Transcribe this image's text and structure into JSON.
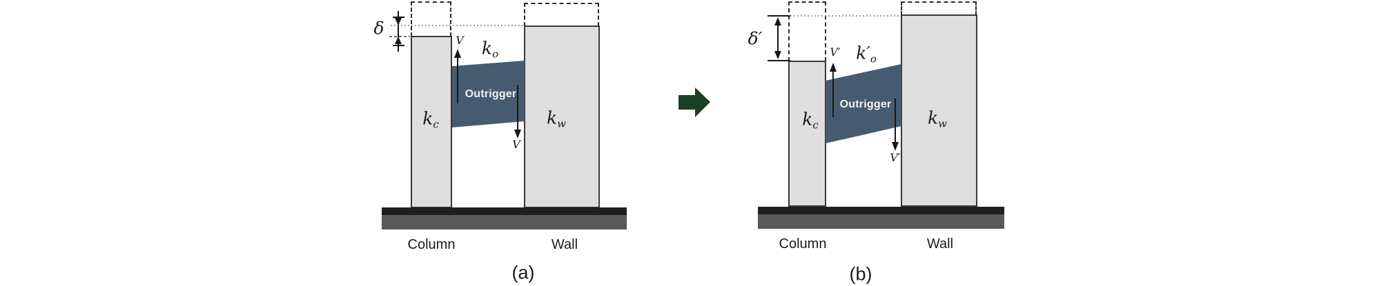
{
  "colors": {
    "outrigger_fill": "#475B70",
    "member_fill": "#DEDEDE",
    "member_border": "#383838",
    "base_top": "#1F1F1F",
    "base_bottom": "#595959",
    "transform_arrow": "#1C4023",
    "text_color": "#1A1A1A",
    "outrigger_text": "#F2F2F2"
  },
  "panel_a": {
    "caption": "(a)",
    "delta_label": "δ",
    "shear_force_top": "V",
    "shear_force_bottom": "V",
    "outrigger_label": "Outrigger",
    "column_stiffness": {
      "base": "k",
      "sub": "c"
    },
    "outrigger_stiffness": {
      "base": "k",
      "sub": "o"
    },
    "wall_stiffness": {
      "base": "k",
      "sub": "w"
    },
    "column_caption": "Column",
    "wall_caption": "Wall"
  },
  "panel_b": {
    "caption": "(b)",
    "delta_label": "δ′",
    "shear_force_top": "V′",
    "shear_force_bottom": "V′",
    "outrigger_label": "Outrigger",
    "column_stiffness": {
      "base": "k",
      "sub": "c"
    },
    "outrigger_stiffness": {
      "base": "k′",
      "sub": "o"
    },
    "wall_stiffness": {
      "base": "k",
      "sub": "w"
    },
    "column_caption": "Column",
    "wall_caption": "Wall"
  }
}
